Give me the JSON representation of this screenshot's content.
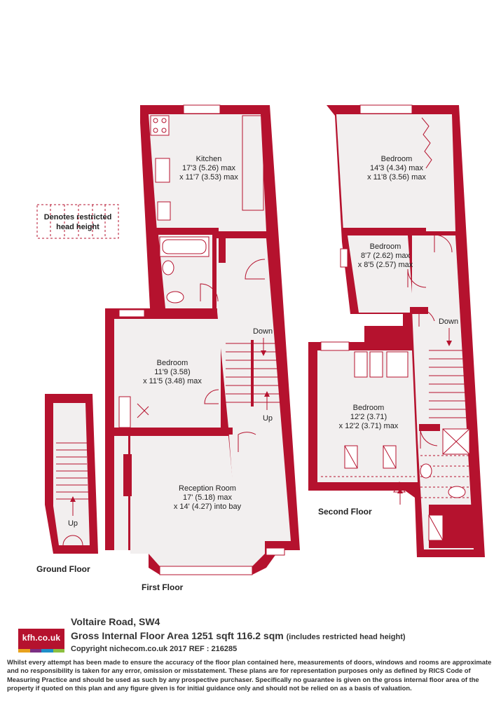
{
  "legend": {
    "line1": "Denotes restricted",
    "line2": "head height"
  },
  "floors": {
    "ground": "Ground Floor",
    "first": "First Floor",
    "second": "Second Floor"
  },
  "rooms": {
    "kitchen": {
      "name": "Kitchen",
      "dim1": "17'3 (5.26) max",
      "dim2": "x 11'7 (3.53) max"
    },
    "bedroom_first": {
      "name": "Bedroom",
      "dim1": "11'9 (3.58)",
      "dim2": "x 11'5 (3.48) max"
    },
    "reception": {
      "name": "Reception Room",
      "dim1": "17' (5.18) max",
      "dim2": "x 14' (4.27) into bay"
    },
    "bedroom_top": {
      "name": "Bedroom",
      "dim1": "14'3 (4.34) max",
      "dim2": "x 11'8 (3.56) max"
    },
    "bedroom_mid": {
      "name": "Bedroom",
      "dim1": "8'7 (2.62) max",
      "dim2": "x 8'5 (2.57) max"
    },
    "bedroom_second": {
      "name": "Bedroom",
      "dim1": "12'2 (3.71)",
      "dim2": "x 12'2 (3.71) max"
    }
  },
  "stairs": {
    "first_down": "Down",
    "first_up": "Up",
    "second_down": "Down",
    "ground_up": "Up"
  },
  "footer": {
    "logo": "kfh.co.uk",
    "address": "Voltaire Road, SW4",
    "area": "Gross Internal Floor Area 1251 sqft 116.2 sqm",
    "area_note": "(includes restricted head height)",
    "copyright": "Copyright nichecom.co.uk 2017 REF : 216285",
    "disclaimer": "Whilst every attempt has been made to ensure the accuracy of the floor plan contained here, measurements of doors, windows and rooms are approximate and no responsibility is taken for any error, omission or misstatement.  These plans are for representation purposes only as defined by RICS Code of Measuring Practice and should be used as such by any prospective purchaser.  Specifically no guarantee is given on the gross internal floor area of the property if quoted on this plan and any figure given is for initial guidance only and should not be relied on as a basis of valuation."
  },
  "colors": {
    "wall": "#b5122e",
    "floor": "#f2efef",
    "logo_bars": [
      "#e8a21d",
      "#7b2f83",
      "#1f8fc9",
      "#8cbf3f"
    ]
  }
}
